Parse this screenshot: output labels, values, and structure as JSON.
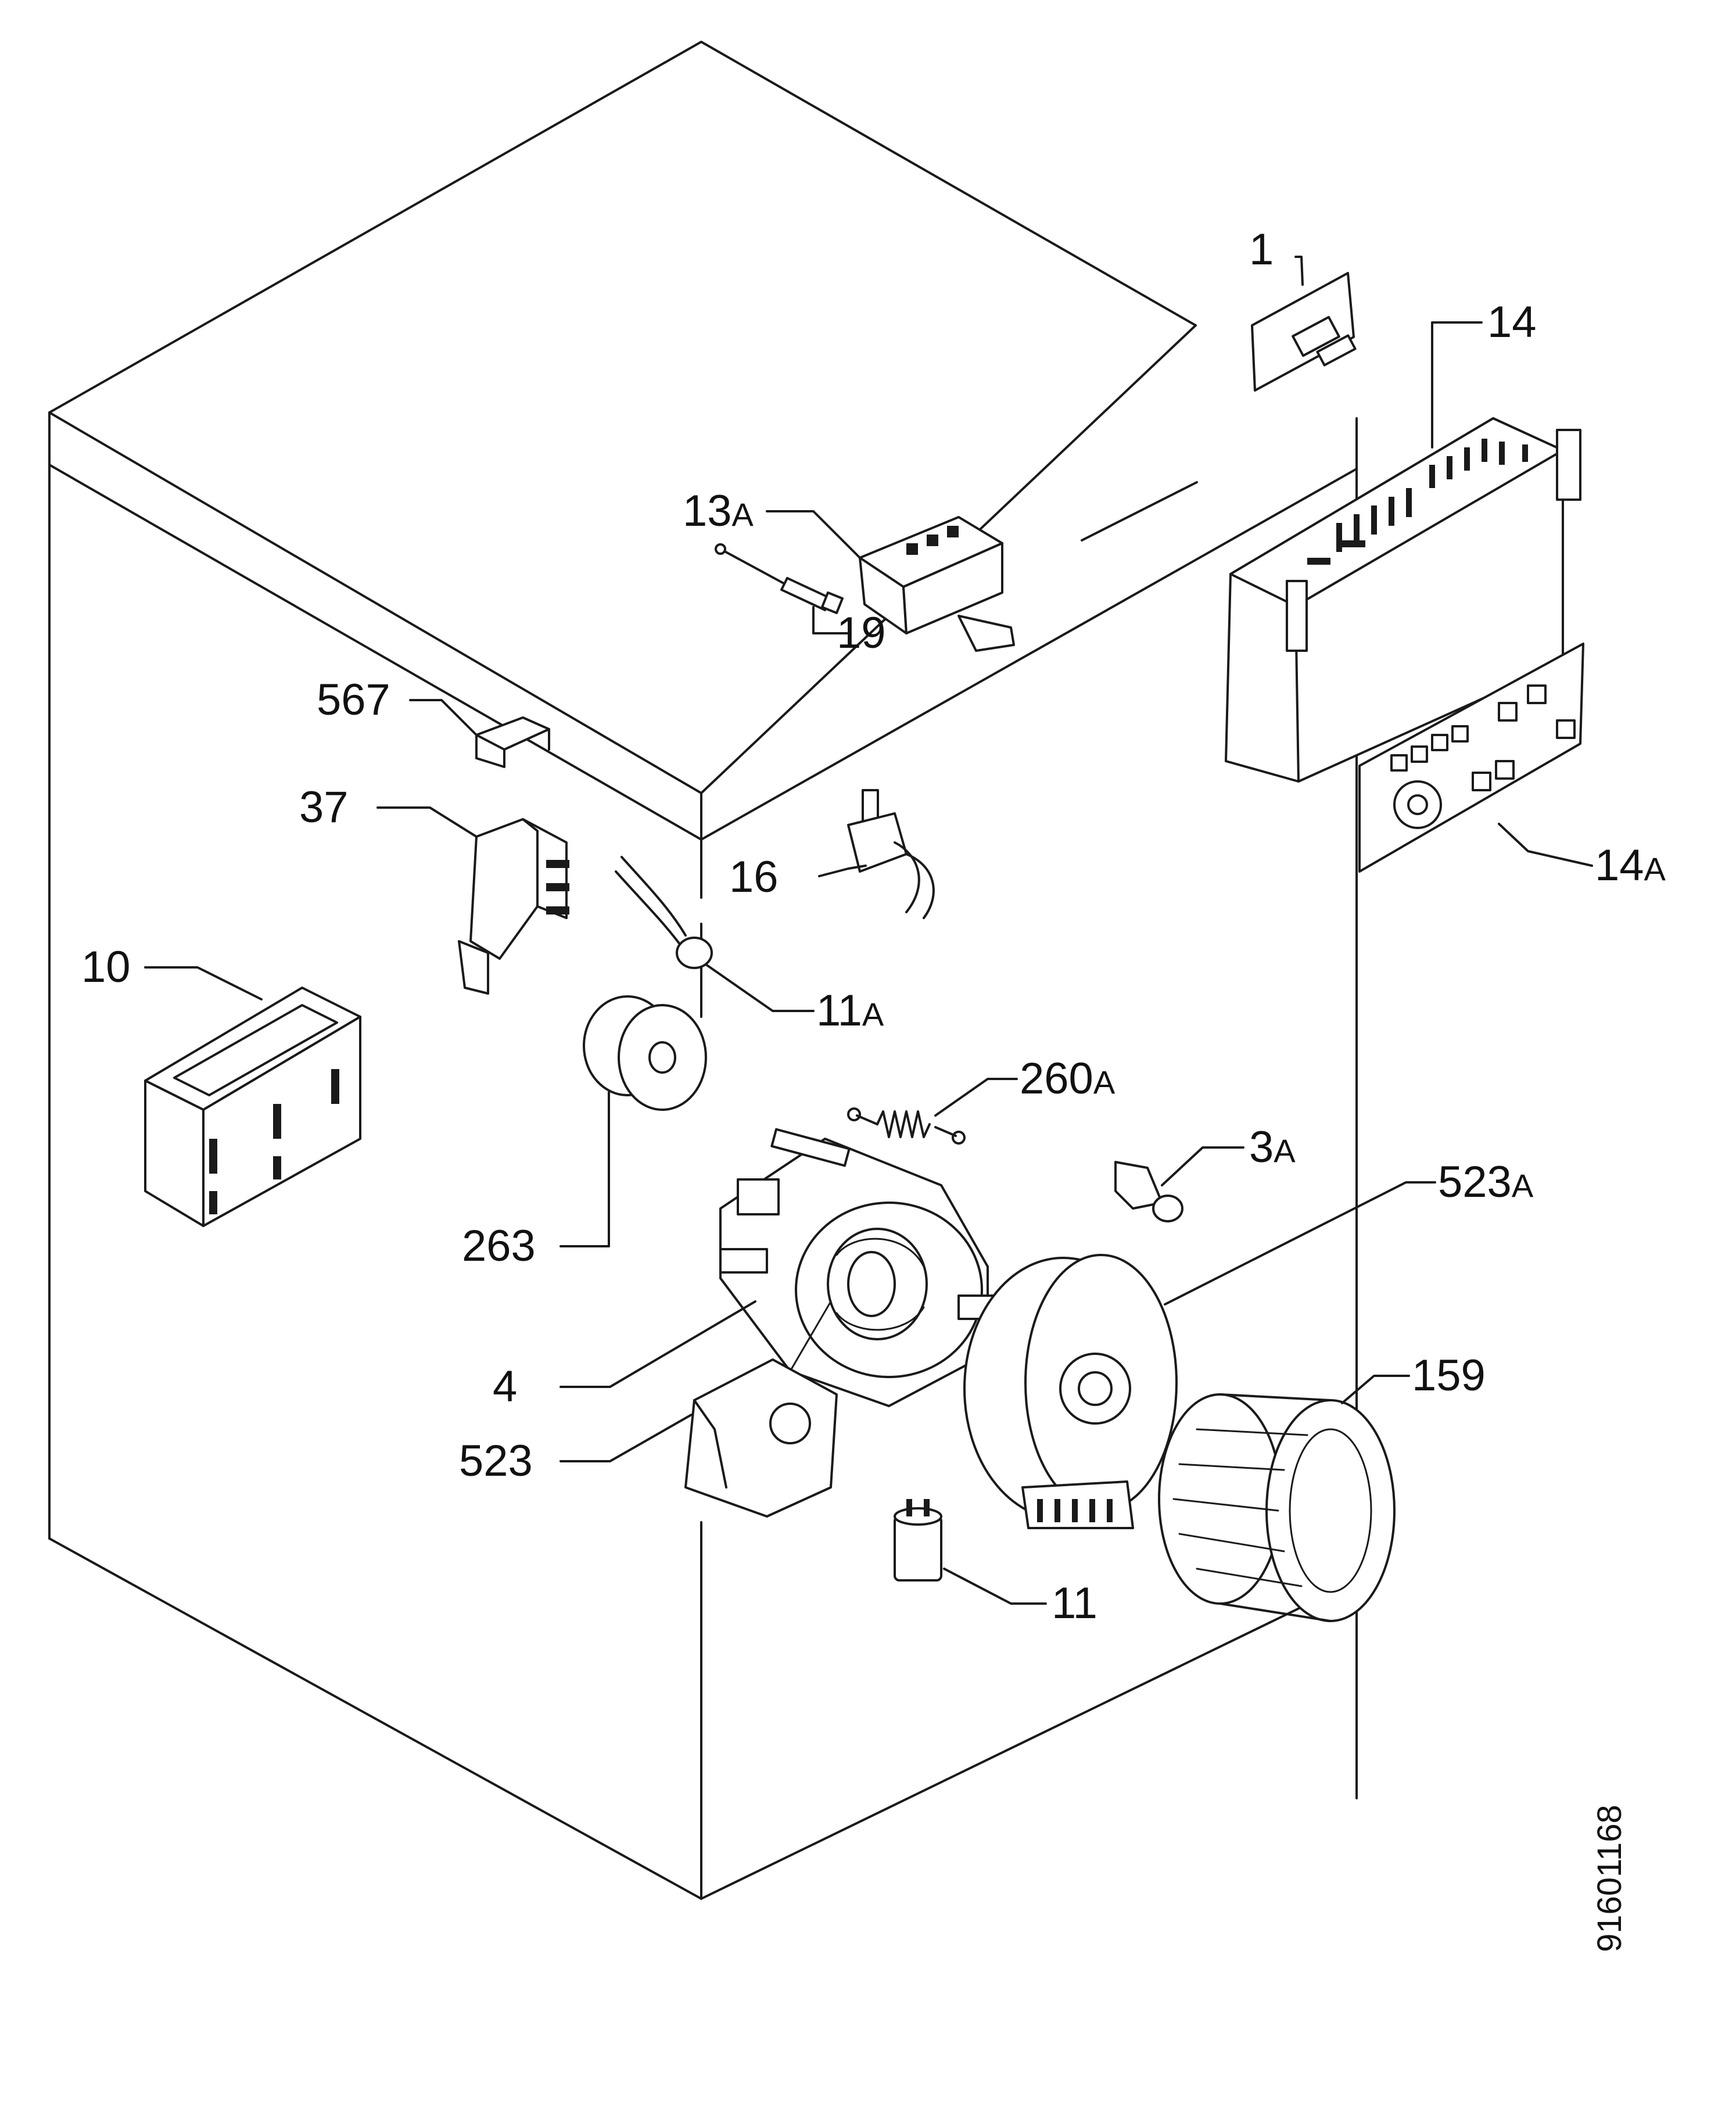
{
  "parts": [
    {
      "id": "1",
      "number": "1",
      "suffix": ""
    },
    {
      "id": "14",
      "number": "14",
      "suffix": ""
    },
    {
      "id": "13A",
      "number": "13",
      "suffix": "A"
    },
    {
      "id": "19",
      "number": "19",
      "suffix": ""
    },
    {
      "id": "567",
      "number": "567",
      "suffix": ""
    },
    {
      "id": "37",
      "number": "37",
      "suffix": ""
    },
    {
      "id": "16",
      "number": "16",
      "suffix": ""
    },
    {
      "id": "14A",
      "number": "14",
      "suffix": "A"
    },
    {
      "id": "10",
      "number": "10",
      "suffix": ""
    },
    {
      "id": "11A",
      "number": "11",
      "suffix": "A"
    },
    {
      "id": "260A",
      "number": "260",
      "suffix": "A"
    },
    {
      "id": "3A",
      "number": "3",
      "suffix": "A"
    },
    {
      "id": "263",
      "number": "263",
      "suffix": ""
    },
    {
      "id": "523A",
      "number": "523",
      "suffix": "A"
    },
    {
      "id": "159",
      "number": "159",
      "suffix": ""
    },
    {
      "id": "4",
      "number": "4",
      "suffix": ""
    },
    {
      "id": "523",
      "number": "523",
      "suffix": ""
    },
    {
      "id": "11",
      "number": "11",
      "suffix": ""
    }
  ],
  "document_number": "91601168"
}
